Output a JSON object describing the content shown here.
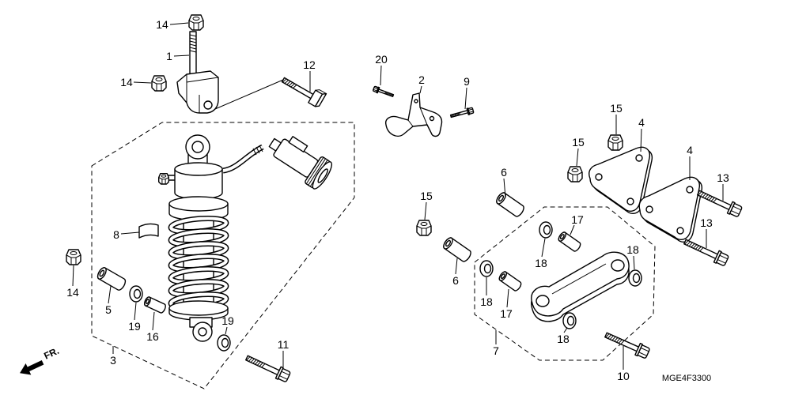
{
  "diagram": {
    "callouts": [
      "14",
      "1",
      "14",
      "12",
      "20",
      "2",
      "9",
      "15",
      "4",
      "15",
      "4",
      "13",
      "6",
      "15",
      "13",
      "17",
      "18",
      "18",
      "8",
      "14",
      "5",
      "6",
      "18",
      "17",
      "19",
      "16",
      "19",
      "18",
      "3",
      "11",
      "7",
      "10"
    ],
    "direction_label": "FR.",
    "drawing_code": "MGE4F3300"
  },
  "colors": {
    "line": "#000000",
    "background": "#ffffff"
  }
}
